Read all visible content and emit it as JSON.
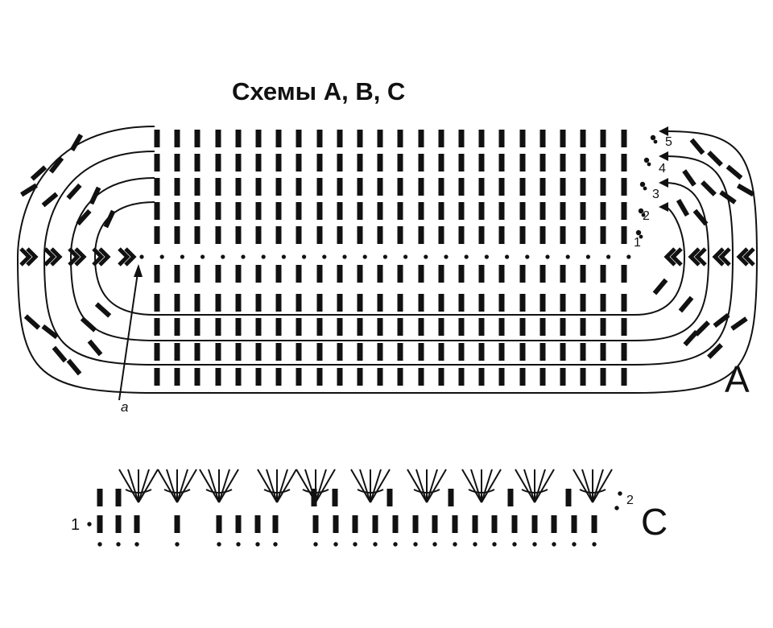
{
  "title": "Схемы А, В, С",
  "scheme_a": {
    "label": "А",
    "pointer_label": "а",
    "round_numbers": [
      "1",
      "2",
      "3",
      "4",
      "5"
    ]
  },
  "scheme_c": {
    "label": "С",
    "row_numbers": [
      "1",
      "2"
    ]
  },
  "colors": {
    "ink": "#111111",
    "background": "#ffffff"
  }
}
